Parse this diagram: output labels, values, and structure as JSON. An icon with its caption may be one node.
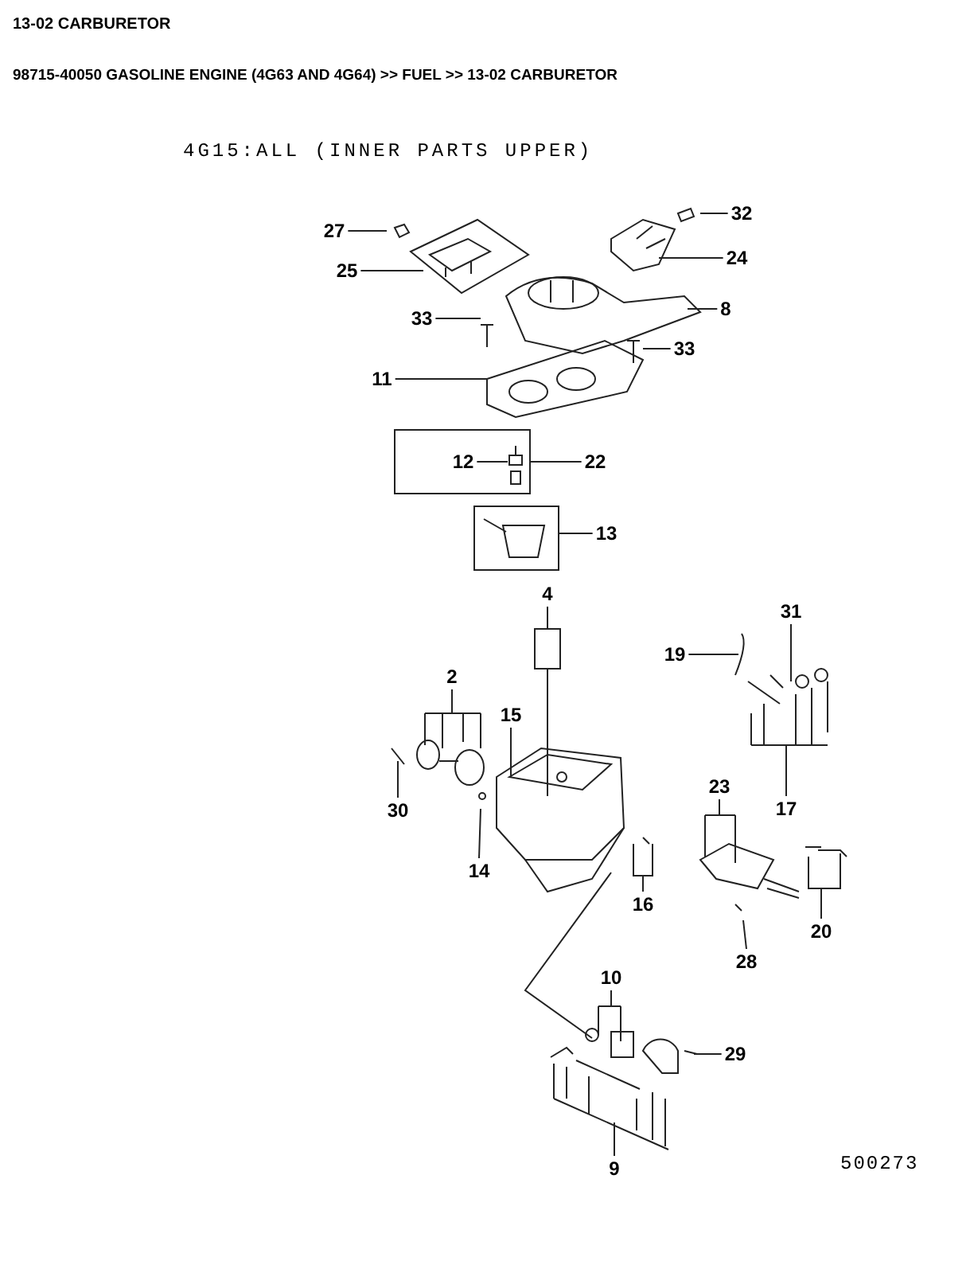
{
  "diagram": {
    "title": "13-02 CARBURETOR",
    "nodes": [
      {
        "text": [
          "27"
        ]
      },
      {
        "text": [
          "32"
        ]
      },
      {
        "text": [
          "25"
        ]
      },
      {
        "text": [
          "24"
        ]
      },
      {
        "text": [
          "33"
        ]
      },
      {
        "text": [
          "8"
        ]
      },
      {
        "text": [
          "33"
        ]
      },
      {
        "text": [
          "11"
        ]
      },
      {
        "text": [
          "12"
        ]
      },
      {
        "text": [
          "22"
        ]
      },
      {
        "text": [
          "13"
        ]
      },
      {
        "text": [
          "4"
        ]
      },
      {
        "text": [
          "31"
        ]
      },
      {
        "text": [
          "19"
        ]
      },
      {
        "text": [
          "2"
        ]
      },
      {
        "text": [
          "15"
        ]
      },
      {
        "text": [
          "17"
        ]
      },
      {
        "text": [
          "30"
        ]
      },
      {
        "text": [
          "14"
        ]
      },
      {
        "text": [
          "23"
        ]
      },
      {
        "text": [
          "16"
        ]
      },
      {
        "text": [
          "20"
        ]
      },
      {
        "text": [
          "28"
        ]
      },
      {
        "text": [
          "10"
        ]
      },
      {
        "text": [
          "29"
        ]
      },
      {
        "text": [
          "9"
        ]
      }
    ],
    "edges": [
      {
        "from": 0,
        "to": null,
        "arrow": "none"
      },
      {
        "from": 1,
        "to": null,
        "arrow": "none"
      },
      {
        "from": 2,
        "to": null,
        "arrow": "none"
      },
      {
        "from": 3,
        "to": null,
        "arrow": "none"
      },
      {
        "from": 4,
        "to": null,
        "arrow": "none"
      },
      {
        "from": 5,
        "to": null,
        "arrow": "none"
      },
      {
        "from": 6,
        "to": null,
        "arrow": "none"
      },
      {
        "from": 7,
        "to": null,
        "arrow": "none"
      },
      {
        "from": 8,
        "to": null,
        "arrow": "none"
      },
      {
        "from": 9,
        "to": null,
        "arrow": "none"
      },
      {
        "from": 10,
        "to": null,
        "arrow": "none"
      },
      {
        "from": 11,
        "to": null,
        "arrow": "none"
      },
      {
        "from": 12,
        "to": null,
        "arrow": "none"
      },
      {
        "from": 13,
        "to": null,
        "arrow": "none"
      },
      {
        "from": 14,
        "to": null,
        "arrow": "none"
      },
      {
        "from": 15,
        "to": null,
        "arrow": "none"
      },
      {
        "from": 16,
        "to": null,
        "arrow": "none"
      },
      {
        "from": 17,
        "to": null,
        "arrow": "none"
      },
      {
        "from": 18,
        "to": null,
        "arrow": "none"
      },
      {
        "from": 19,
        "to": null,
        "arrow": "none"
      },
      {
        "from": 20,
        "to": null,
        "arrow": "none"
      },
      {
        "from": 21,
        "to": null,
        "arrow": "none"
      },
      {
        "from": 22,
        "to": null,
        "arrow": "none"
      },
      {
        "from": 23,
        "to": null,
        "arrow": "none"
      },
      {
        "from": 24,
        "to": null,
        "arrow": "none"
      },
      {
        "from": 25,
        "to": null,
        "arrow": "none"
      }
    ],
    "labels": [
      "98715-40050 GASOLINE ENGINE (4G63 AND 4G64) >> FUEL >> 13-02 CARBURETOR",
      "4G15:ALL (INNER PARTS UPPER)",
      "500273"
    ]
  }
}
